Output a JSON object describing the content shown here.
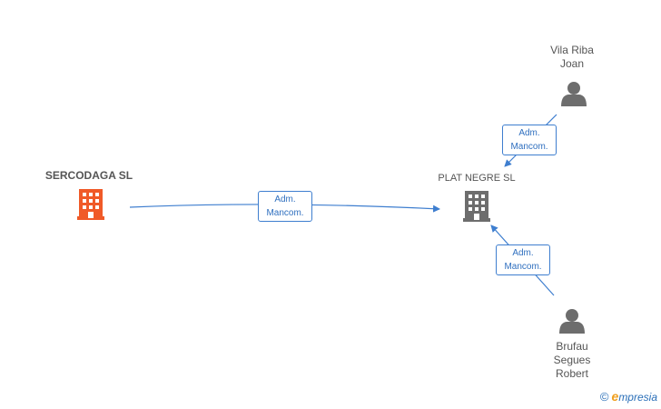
{
  "nodes": {
    "sercodaga": {
      "label": "SERCODAGA SL",
      "color": "#f05a28",
      "icon": "building-icon"
    },
    "plat_negre": {
      "label": "PLAT NEGRE SL",
      "color": "#6d6d6d",
      "icon": "building-icon"
    },
    "vila_riba": {
      "label_line1": "Vila Riba",
      "label_line2": "Joan",
      "color": "#6d6d6d",
      "icon": "person-icon"
    },
    "brufau": {
      "label_line1": "Brufau",
      "label_line2": "Segues",
      "label_line3": "Robert",
      "color": "#6d6d6d",
      "icon": "person-icon"
    }
  },
  "edges": [
    {
      "from": "sercodaga",
      "to": "plat_negre",
      "line1": "Adm.",
      "line2": "Mancom."
    },
    {
      "from": "vila_riba",
      "to": "plat_negre",
      "line1": "Adm.",
      "line2": "Mancom."
    },
    {
      "from": "brufau",
      "to": "plat_negre",
      "line1": "Adm.",
      "line2": "Mancom."
    }
  ],
  "edge_color": "#3e7ecf",
  "footer": {
    "copyright": "©",
    "brand_initial": "e",
    "brand_rest": "mpresia"
  }
}
